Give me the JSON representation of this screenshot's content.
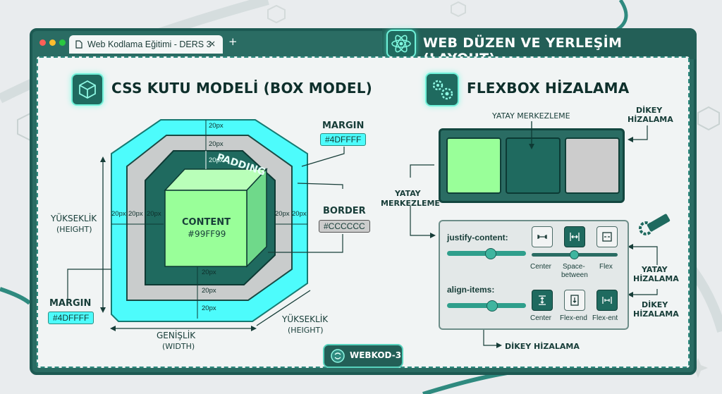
{
  "browser": {
    "tab_title": "Web Kodlama Eğitimi - DERS 3",
    "tab_close": "×",
    "new_tab": "+"
  },
  "banner": {
    "title": "WEB DÜZEN VE YERLEŞİM (LAYOUT)"
  },
  "box_model": {
    "title": "CSS KUTU MODELİ (BOX MODEL)",
    "padding_label": "PADDING",
    "content_label": "CONTENT",
    "content_color": "#99FF99",
    "margin_top_label": "MARGIN",
    "margin_top_color": "#4DFFFF",
    "border_label": "BORDER",
    "border_color": "#CCCCCC",
    "margin_bottom_label": "MARGIN",
    "margin_bottom_color": "#4DFFFF",
    "height_left_1": "YÜKSEKLİK",
    "height_left_2": "(HEIGHT)",
    "width_1": "GENİŞLİK",
    "width_2": "(WIDTH)",
    "height_right_1": "YÜKSEKLİK",
    "height_right_2": "(HEIGHT)",
    "spacing": "20px",
    "colors": {
      "margin": "#4DFFFF",
      "border": "#CCCCCC",
      "content": "#99FF99",
      "padding": "#1f6a5f"
    }
  },
  "flexbox": {
    "title": "FLEXBOX HİZALAMA",
    "top_label": "YATAY MERKEZLEME",
    "right_top_1": "DİKEY",
    "right_top_2": "HİZALAMA",
    "left_label_1": "YATAY",
    "left_label_2": "MERKEZLEME",
    "justify_label": "justify-content:",
    "justify_options": [
      "Center",
      "Space-",
      "between",
      "Flex"
    ],
    "align_label": "align-items:",
    "align_options": [
      "Center",
      "Flex-end",
      "Flex-ent"
    ],
    "right_mid_1": "YATAY",
    "right_mid_2": "HİZALAMA",
    "right_bot_1": "DİKEY",
    "right_bot_2": "HİZALAMA",
    "bottom_label": "DİKEY HİZALAMA",
    "box_colors": [
      "#99FF99",
      "#1f6a5f",
      "#CCCCCC"
    ]
  },
  "footer": {
    "label": "WEBKOD-3"
  }
}
